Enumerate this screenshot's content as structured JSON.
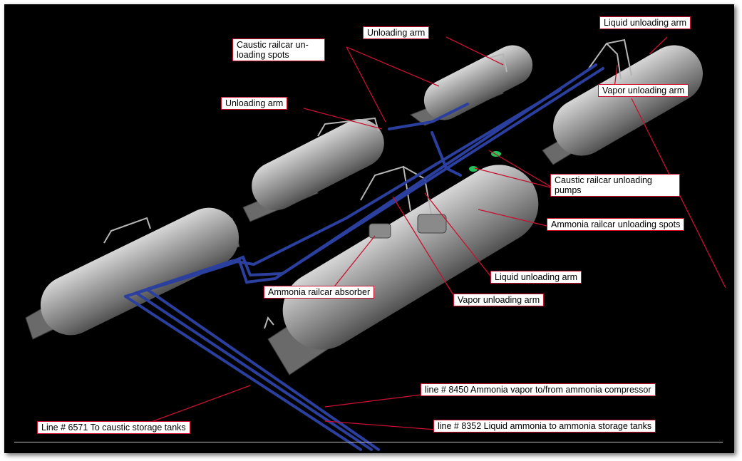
{
  "labels": {
    "unloading_arm_top": "Unloading arm",
    "liquid_unloading_arm_top": "Liquid unloading arm",
    "caustic_spots": "Caustic railcar un-loading spots",
    "vapor_unloading_arm_right": "Vapor unloading arm",
    "unloading_arm_left": "Unloading arm",
    "caustic_pumps": "Caustic railcar unloading pumps",
    "ammonia_spots": "Ammonia railcar unloading spots",
    "liquid_unloading_arm_mid": "Liquid unloading arm",
    "ammonia_absorber": "Ammonia railcar absorber",
    "vapor_unloading_arm_mid": "Vapor unloading arm",
    "line_8450": "line # 8450 Ammonia vapor to/from ammonia compressor",
    "line_6571": "Line # 6571 To caustic storage tanks",
    "line_8352": "line # 8352 Liquid ammonia to ammonia storage tanks"
  },
  "colors": {
    "background": "#000000",
    "tank": "#8c8c8c",
    "pipe": "#2b3f9e",
    "leader": "#c8102e",
    "label_border": "#c8102e"
  }
}
